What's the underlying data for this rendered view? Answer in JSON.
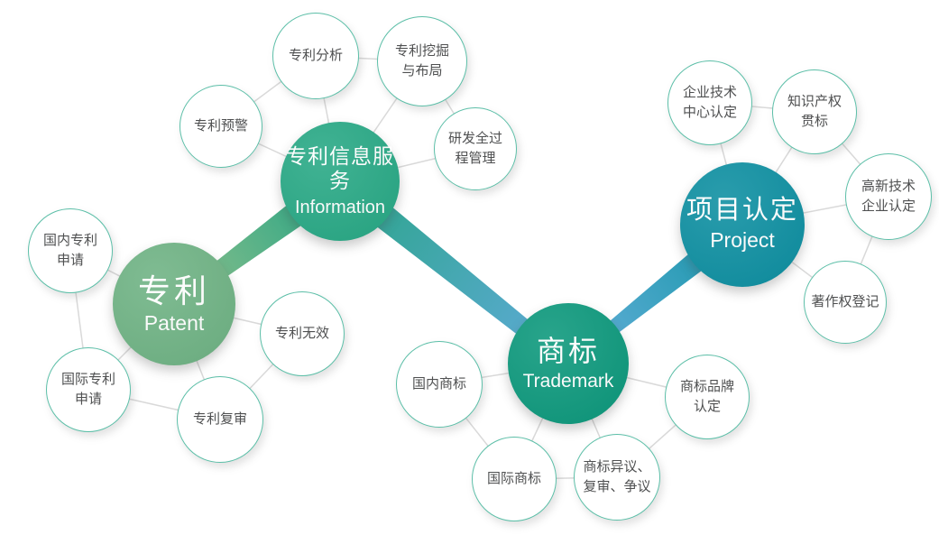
{
  "colors": {
    "background": "#ffffff",
    "connector_line": "#d9d9d9",
    "satellite_border": "#5cbfa8",
    "satellite_text": "#4f5051",
    "hub_text": "#ffffff",
    "hub_patent": "#71b486",
    "hub_information": "#2baa87",
    "hub_trademark": "#109a7e",
    "hub_project": "#1191a3",
    "ribbon_patent_information": [
      "#90c18c",
      "#23a384"
    ],
    "ribbon_information_trademark": [
      "#2ba489",
      "#60abda"
    ],
    "ribbon_trademark_project": [
      "#68b0dc",
      "#1495a7"
    ]
  },
  "hubs": {
    "patent": {
      "title": "专利",
      "subtitle": "Patent",
      "color": "#71b486"
    },
    "information": {
      "title": "专利信息服务",
      "subtitle": "Information",
      "color": "#2baa87"
    },
    "trademark": {
      "title": "商标",
      "subtitle": "Trademark",
      "color": "#109a7e"
    },
    "project": {
      "title": "项目认定",
      "subtitle": "Project",
      "color": "#1191a3"
    }
  },
  "nodes": {
    "patent_warning": {
      "label": "专利预警"
    },
    "patent_analysis": {
      "label": "专利分析"
    },
    "patent_mining": {
      "label": "专利挖掘\n与布局"
    },
    "rd_process": {
      "label": "研发全过\n程管理"
    },
    "domestic_patent": {
      "label": "国内专利\n申请"
    },
    "international_patent": {
      "label": "国际专利\n申请"
    },
    "patent_invalid": {
      "label": "专利无效"
    },
    "patent_reexam": {
      "label": "专利复审"
    },
    "domestic_trademark": {
      "label": "国内商标"
    },
    "international_trademark": {
      "label": "国际商标"
    },
    "trademark_opposition": {
      "label": "商标异议、\n复审、争议"
    },
    "trademark_brand": {
      "label": "商标品牌\n认定"
    },
    "enterprise_tech_center": {
      "label": "企业技术\n中心认定"
    },
    "ip_standard": {
      "label": "知识产权\n贯标"
    },
    "hightech_enterprise": {
      "label": "高新技术\n企业认定"
    },
    "copyright_registration": {
      "label": "著作权登记"
    }
  }
}
